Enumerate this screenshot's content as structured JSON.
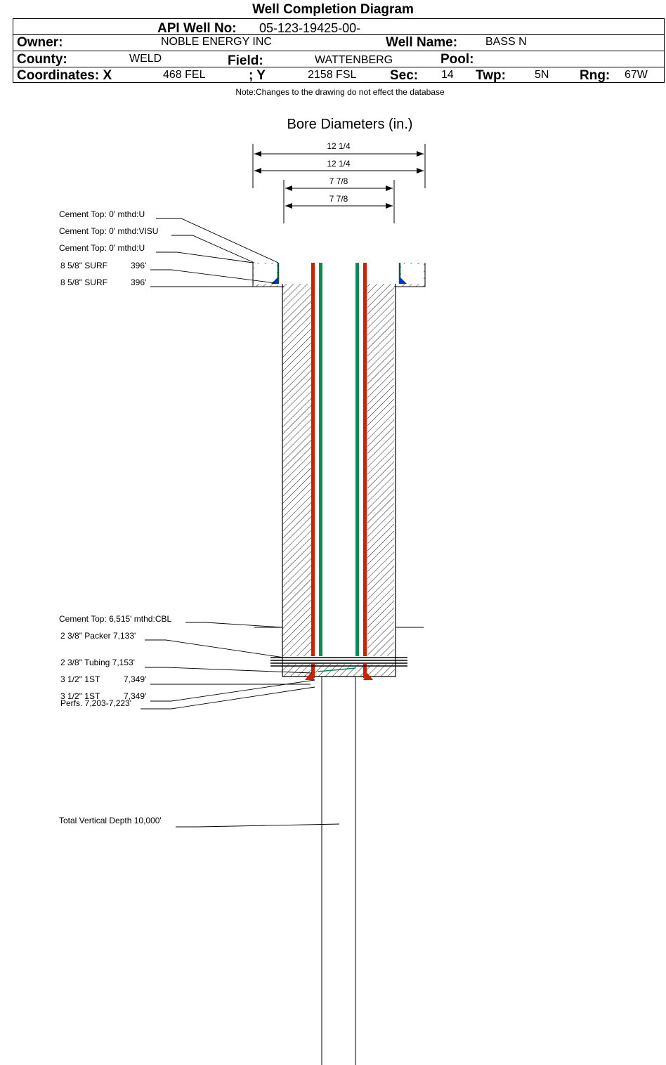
{
  "title": "Well Completion Diagram",
  "header": {
    "api_label": "API Well No:",
    "api_value": "05-123-19425-00-",
    "owner_label": "Owner:",
    "owner_value": "NOBLE ENERGY INC",
    "well_name_label": "Well Name:",
    "well_name_value": "BASS N",
    "county_label": "County:",
    "county_value": "WELD",
    "field_label": "Field:",
    "field_value": "WATTENBERG",
    "pool_label": "Pool:",
    "pool_value": "",
    "coord_x_label": "Coordinates: X",
    "coord_x_value": "468 FEL",
    "coord_y_label": "; Y",
    "coord_y_value": "2158 FSL",
    "sec_label": "Sec:",
    "sec_value": "14",
    "twp_label": "Twp:",
    "twp_value": "5N",
    "rng_label": "Rng:",
    "rng_value": "67W"
  },
  "note": "Note:Changes to the drawing do not effect the database",
  "bore_title": "Bore Diameters (in.)",
  "bore_diameters": [
    "12 1/4",
    "12 1/4",
    "7 7/8",
    "7 7/8"
  ],
  "annotations": {
    "cement_top_1": "Cement Top: 0' mthd:U",
    "cement_top_2": "Cement Top: 0' mthd:VISU",
    "cement_top_3": "Cement Top: 0' mthd:U",
    "surf_1_name": "8 5/8\" SURF",
    "surf_1_depth": "396'",
    "surf_2_name": "8 5/8\" SURF",
    "surf_2_depth": "396'",
    "cement_top_cbl": "Cement Top: 6,515' mthd:CBL",
    "packer": "2 3/8\" Packer 7,133'",
    "tubing": "2 3/8\" Tubing 7,153'",
    "st_1_name": "3 1/2\" 1ST",
    "st_1_depth": "7,349'",
    "st_2_name": "3 1/2\" 1ST",
    "st_2_depth": "7,349'",
    "perfs": "Perfs. 7,203-7,223'",
    "tvd": "Total Vertical Depth 10,000'"
  },
  "colors": {
    "casing_red": "#cc2200",
    "tubing_green": "#0a8a55",
    "surface_dark_green": "#0a5a3a",
    "shoe_blue": "#0033cc"
  }
}
